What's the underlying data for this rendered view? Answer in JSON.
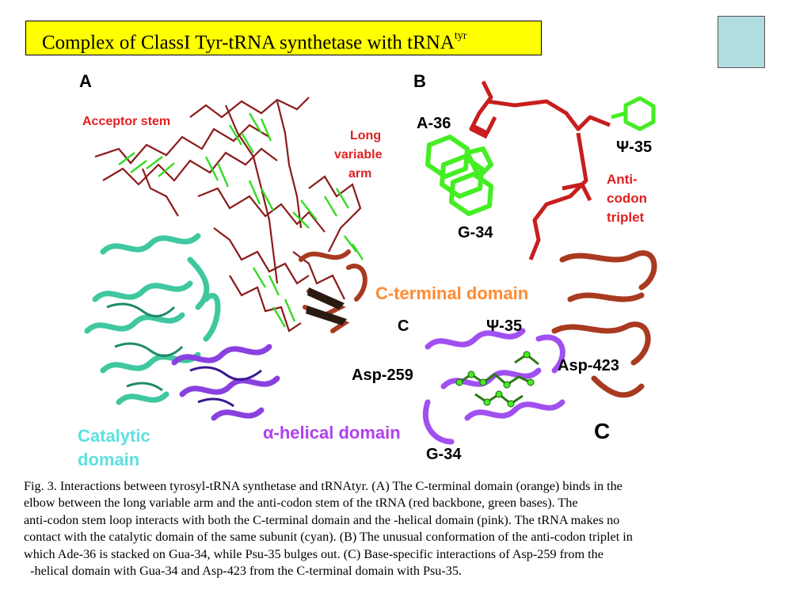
{
  "title": {
    "main": "Complex of ClassI Tyr-tRNA synthetase with tRNA",
    "sup": "tyr"
  },
  "figure": {
    "panel_a": {
      "letter": "A",
      "acceptor_stem": "Acceptor stem",
      "long_variable_arm": [
        "Long",
        "variable",
        "arm"
      ],
      "catalytic_domain": [
        "Catalytic",
        "domain"
      ],
      "alpha_helical_domain": "α-helical domain",
      "c_terminal_domain": "C-terminal domain"
    },
    "panel_b": {
      "letter": "B",
      "a36": "A-36",
      "psi35": "Ψ-35",
      "g34": "G-34",
      "anticodon": [
        "Anti-",
        "codon",
        "triplet"
      ]
    },
    "panel_c": {
      "letter": "C",
      "psi35": "Ψ-35",
      "asp259": "Asp-259",
      "asp423": "Asp-423",
      "g34": "G-34",
      "c_letter": "C"
    },
    "colors": {
      "red_backbone": "#8b1a1a",
      "green_bases": "#33dd22",
      "cyan_catalytic": "#3fc8a0",
      "purple_helical": "#8a40e0",
      "orange_cterm": "#a83a20"
    }
  },
  "caption": [
    "Fig. 3. Interactions between tyrosyl-tRNA synthetase and tRNAtyr. (A) The C-terminal domain (orange) binds in the",
    "elbow between the long variable arm and the anti-codon stem of the tRNA (red backbone, green bases). The",
    "anti-codon stem loop interacts with both the C-terminal domain and the -helical domain (pink). The tRNA makes no",
    "contact with the catalytic domain of the same subunit (cyan). (B) The unusual conformation of the anti-codon triplet in",
    "which Ade-36 is stacked on Gua-34, while Psu-35 bulges out. (C) Base-specific interactions of Asp-259 from the",
    "  -helical domain with Gua-34 and Asp-423 from the C-terminal domain with Psu-35."
  ]
}
